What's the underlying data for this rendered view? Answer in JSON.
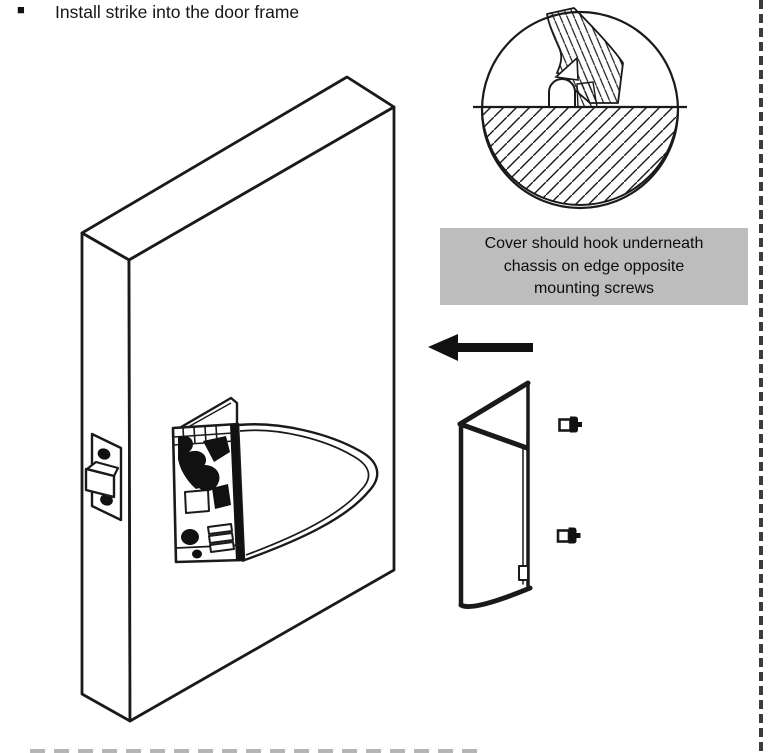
{
  "instruction": {
    "marker": "■",
    "text": "Install strike into the door frame"
  },
  "callout": {
    "line1": "Cover should hook underneath",
    "line2": "chassis on edge opposite",
    "line3": "mounting screws",
    "bg_color": "#bdbdbd",
    "text_color": "#0d0d0d"
  },
  "diagram": {
    "parts": {
      "door": "door-isometric",
      "latch": "latch-bolt-and-faceplate",
      "chassis": "lock-chassis",
      "retainer_loop": "chassis-wire-loop",
      "detail_view": "cover-hook-cross-section-detail",
      "arrow": "install-direction-left-arrow",
      "cover": "lock-cover-wedge",
      "screws": "mounting-screws"
    },
    "line_color": "#1a1a1a",
    "separator_color": "#3c3c3c"
  }
}
